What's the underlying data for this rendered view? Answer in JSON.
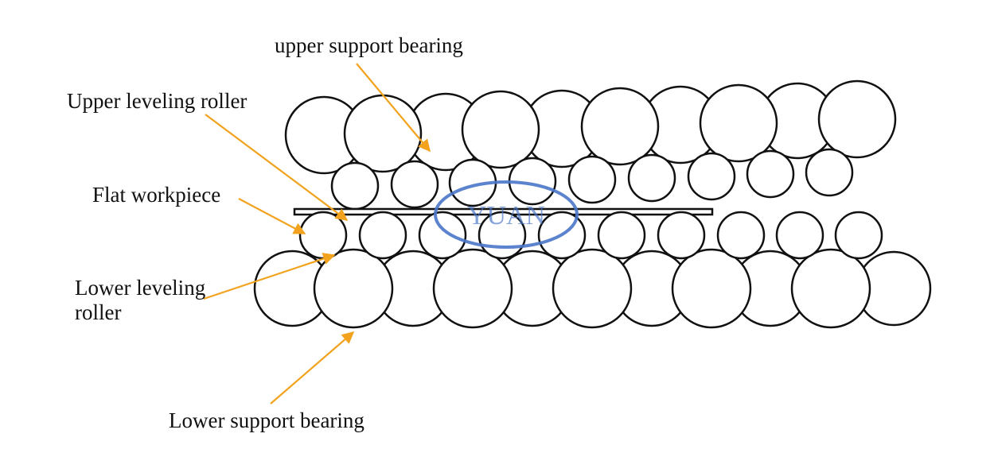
{
  "labels": {
    "upper_support_bearing": "upper support bearing",
    "upper_leveling_roller": "Upper leveling roller",
    "flat_workpiece": "Flat workpiece",
    "lower_leveling_roller": "Lower leveling roller",
    "lower_support_bearing": "Lower support bearing"
  },
  "watermark": {
    "text": "YUAN",
    "color": "#4a76c9"
  },
  "colors": {
    "arrow": "#f2a21c",
    "outline": "#111111",
    "background": "#ffffff"
  }
}
